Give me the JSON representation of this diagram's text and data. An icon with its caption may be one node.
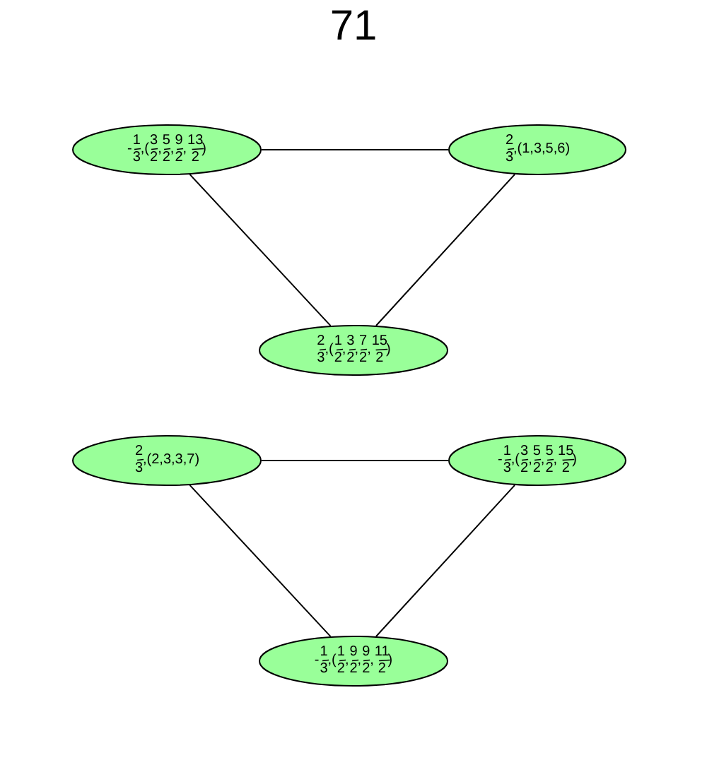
{
  "diagram": {
    "title": "71",
    "nodes": [
      {
        "text": [
          "-1/3,(3/2,5/2,9/2,13/2)"
        ]
      },
      {
        "text": [
          "2/3,(1,3,5,6)"
        ]
      },
      {
        "text": [
          "2/3,(1/2,3/2,7/2,15/2)"
        ]
      },
      {
        "text": [
          "2/3,(2,3,3,7)"
        ]
      },
      {
        "text": [
          "-1/3,(3/2,5/2,5/2,15/2)"
        ]
      },
      {
        "text": [
          "-1/3,(1/2,9/2,9/2,11/2)"
        ]
      }
    ],
    "edges": [
      {
        "from": 0,
        "to": 1,
        "arrow": "none"
      },
      {
        "from": 0,
        "to": 2,
        "arrow": "none"
      },
      {
        "from": 1,
        "to": 2,
        "arrow": "none"
      },
      {
        "from": 3,
        "to": 4,
        "arrow": "none"
      },
      {
        "from": 3,
        "to": 5,
        "arrow": "none"
      },
      {
        "from": 4,
        "to": 5,
        "arrow": "none"
      }
    ]
  }
}
